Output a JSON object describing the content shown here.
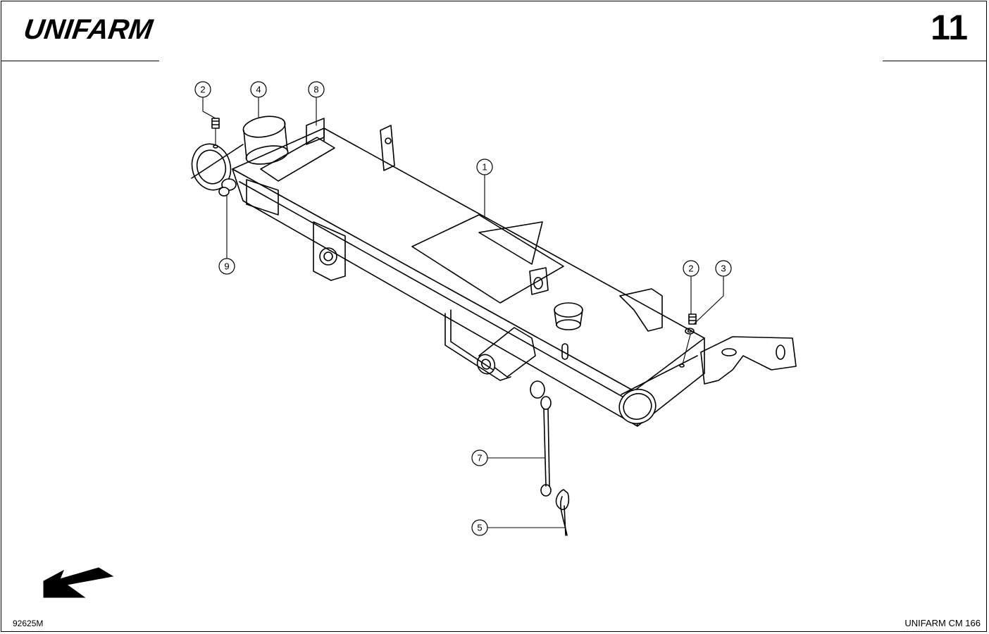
{
  "header": {
    "brand": "UNIFARM",
    "page_number": "11"
  },
  "footer": {
    "figure_code": "92625M",
    "model": "UNIFARM CM 166"
  },
  "callouts": [
    "2",
    "4",
    "8",
    "1",
    "9",
    "2",
    "3",
    "7",
    "5"
  ],
  "icons": {
    "direction": "front-direction-arrow-icon"
  }
}
